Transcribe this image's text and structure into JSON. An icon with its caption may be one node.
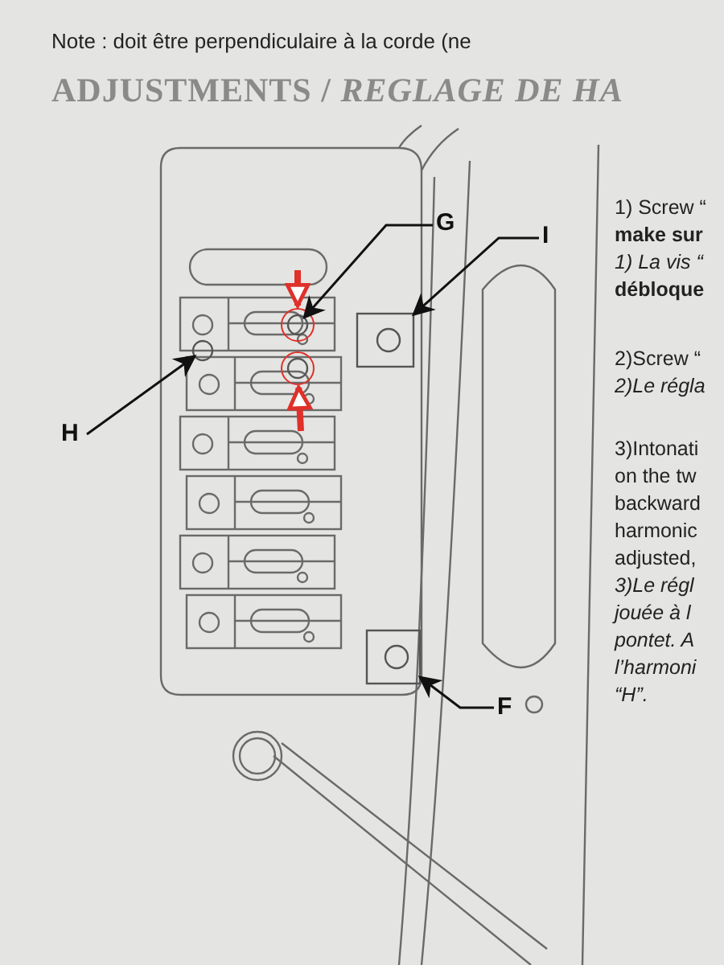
{
  "diagram": {
    "title": "ADJUSTMENTS / *REGLAGE DE HA*",
    "nodes": [
      {
        "text": [
          "G"
        ]
      },
      {
        "text": [
          "I"
        ]
      },
      {
        "text": [
          "H"
        ]
      },
      {
        "text": [
          "F"
        ]
      },
      {
        "text": [],
        "shape": "circle"
      },
      {
        "text": [],
        "shape": "circle"
      },
      {
        "text": [],
        "shape": "box"
      },
      {
        "text": [],
        "shape": "circle"
      },
      {
        "text": [],
        "shape": "box"
      }
    ],
    "edges": [
      {
        "from": 0,
        "to": 4,
        "arrow": "to"
      },
      {
        "from": 1,
        "to": 6,
        "arrow": "to"
      },
      {
        "from": 2,
        "to": 7,
        "arrow": "to"
      },
      {
        "from": 3,
        "to": 8,
        "arrow": "to"
      },
      {
        "from": null,
        "to": 4,
        "arrow": "to",
        "style": "thick",
        "color": "#e0302a"
      },
      {
        "from": null,
        "to": 5,
        "arrow": "to",
        "style": "thick",
        "color": "#e0302a"
      }
    ],
    "labels": [
      "Note : doit être perpendiculaire à la corde (ne",
      "1) Screw “",
      "make sur",
      "1) La vis “",
      "débloque",
      "2)Screw “",
      "2)Le régla",
      "3)Intonati",
      "on the tw",
      "backward",
      "harmonic",
      "adjusted,",
      "3)Le régl",
      "jouée à l",
      "pontet. A",
      "l’harmoni",
      "“H”."
    ]
  }
}
